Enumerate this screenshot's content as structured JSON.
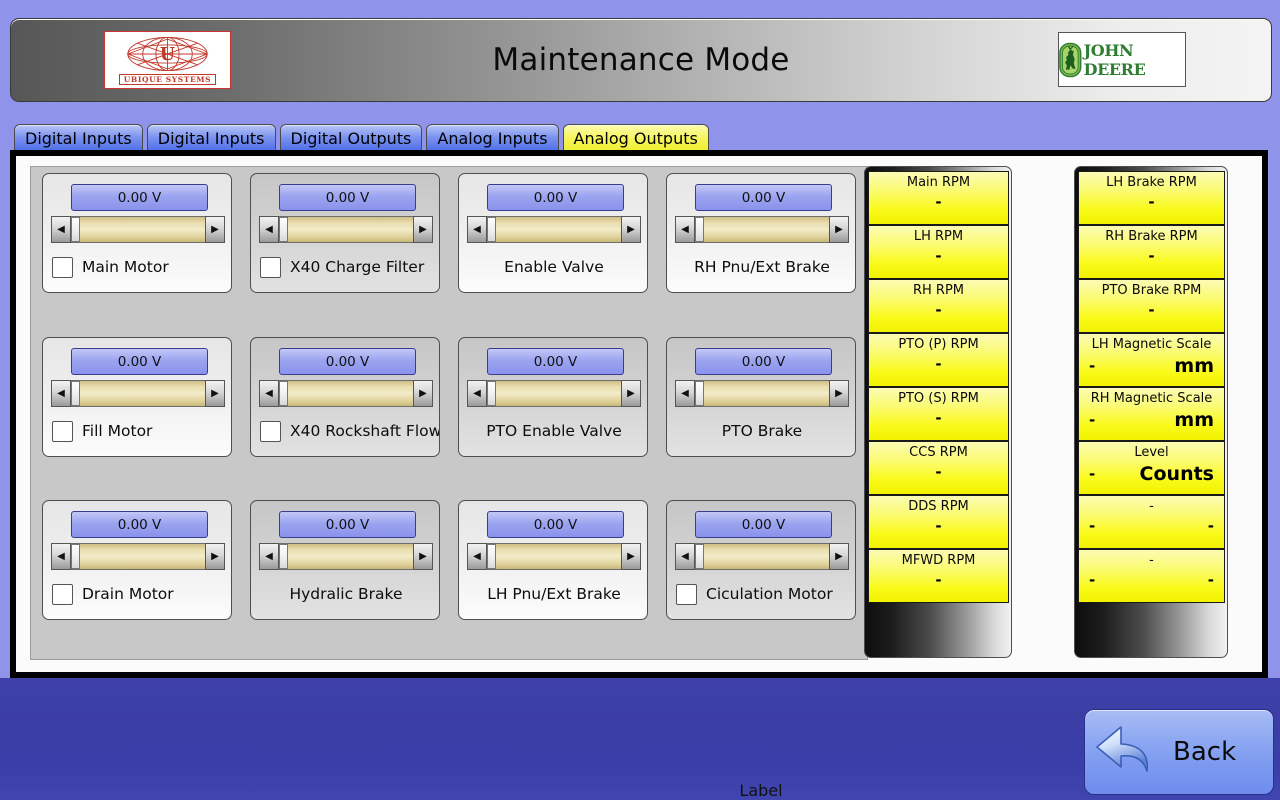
{
  "header": {
    "title": "Maintenance Mode",
    "ubique_logo_name": "UBIQUE SYSTEMS",
    "john_deere_logo_name": "JOHN DEERE"
  },
  "tabs": [
    {
      "label": "Digital Inputs",
      "active": false
    },
    {
      "label": "Digital Inputs",
      "active": false
    },
    {
      "label": "Digital Outputs",
      "active": false
    },
    {
      "label": "Analog Inputs",
      "active": false
    },
    {
      "label": "Analog Outputs",
      "active": true
    }
  ],
  "analog_outputs": [
    {
      "value": "0.00 V",
      "label": "Main Motor",
      "checkbox": true,
      "checked": false,
      "style": "light"
    },
    {
      "value": "0.00 V",
      "label": "X40 Charge Filter",
      "checkbox": true,
      "checked": false,
      "style": "gray"
    },
    {
      "value": "0.00 V",
      "label": "Enable Valve",
      "checkbox": false,
      "checked": false,
      "style": "light"
    },
    {
      "value": "0.00 V",
      "label": "RH Pnu/Ext Brake",
      "checkbox": false,
      "checked": false,
      "style": "light"
    },
    {
      "value": "0.00 V",
      "label": "Fill Motor",
      "checkbox": true,
      "checked": false,
      "style": "light"
    },
    {
      "value": "0.00 V",
      "label": "X40 Rockshaft Flow",
      "checkbox": true,
      "checked": false,
      "style": "gray"
    },
    {
      "value": "0.00 V",
      "label": "PTO Enable Valve",
      "checkbox": false,
      "checked": false,
      "style": "gray"
    },
    {
      "value": "0.00 V",
      "label": "PTO Brake",
      "checkbox": false,
      "checked": false,
      "style": "gray"
    },
    {
      "value": "0.00 V",
      "label": "Drain Motor",
      "checkbox": true,
      "checked": false,
      "style": "light"
    },
    {
      "value": "0.00 V",
      "label": "Hydralic Brake",
      "checkbox": false,
      "checked": false,
      "style": "gray"
    },
    {
      "value": "0.00 V",
      "label": "LH Pnu/Ext Brake",
      "checkbox": false,
      "checked": false,
      "style": "light"
    },
    {
      "value": "0.00 V",
      "label": "Ciculation Motor",
      "checkbox": true,
      "checked": false,
      "style": "gray"
    }
  ],
  "free_label": "Label",
  "readouts_left": [
    {
      "title": "Main RPM",
      "value": "-",
      "unit": ""
    },
    {
      "title": "LH RPM",
      "value": "-",
      "unit": ""
    },
    {
      "title": "RH RPM",
      "value": "-",
      "unit": ""
    },
    {
      "title": "PTO (P) RPM",
      "value": "-",
      "unit": ""
    },
    {
      "title": "PTO (S) RPM",
      "value": "-",
      "unit": ""
    },
    {
      "title": "CCS RPM",
      "value": "-",
      "unit": ""
    },
    {
      "title": "DDS RPM",
      "value": "-",
      "unit": ""
    },
    {
      "title": "MFWD RPM",
      "value": "-",
      "unit": ""
    }
  ],
  "readouts_right": [
    {
      "title": "LH Brake RPM",
      "value": "-",
      "unit": ""
    },
    {
      "title": "RH Brake RPM",
      "value": "-",
      "unit": ""
    },
    {
      "title": "PTO Brake RPM",
      "value": "-",
      "unit": ""
    },
    {
      "title": "LH Magnetic Scale",
      "value": "-",
      "unit": "mm"
    },
    {
      "title": "RH Magnetic Scale",
      "value": "-",
      "unit": "mm"
    },
    {
      "title": "Level",
      "value": "-",
      "unit": "Counts"
    },
    {
      "title": "-",
      "value": "-",
      "unit": "-"
    },
    {
      "title": "-",
      "value": "-",
      "unit": "-"
    }
  ],
  "back_button": {
    "label": "Back",
    "icon": "back-arrow-icon"
  },
  "colors": {
    "page_background": "#8f93ea",
    "bottom_background": "#3b3ea6",
    "tab_active": "#f6f65a",
    "tab_inactive": "#4a6ce8",
    "readout_yellow": "#fafa1b",
    "slider_track": "#e8dcae",
    "value_box": "#9ba4ef"
  }
}
